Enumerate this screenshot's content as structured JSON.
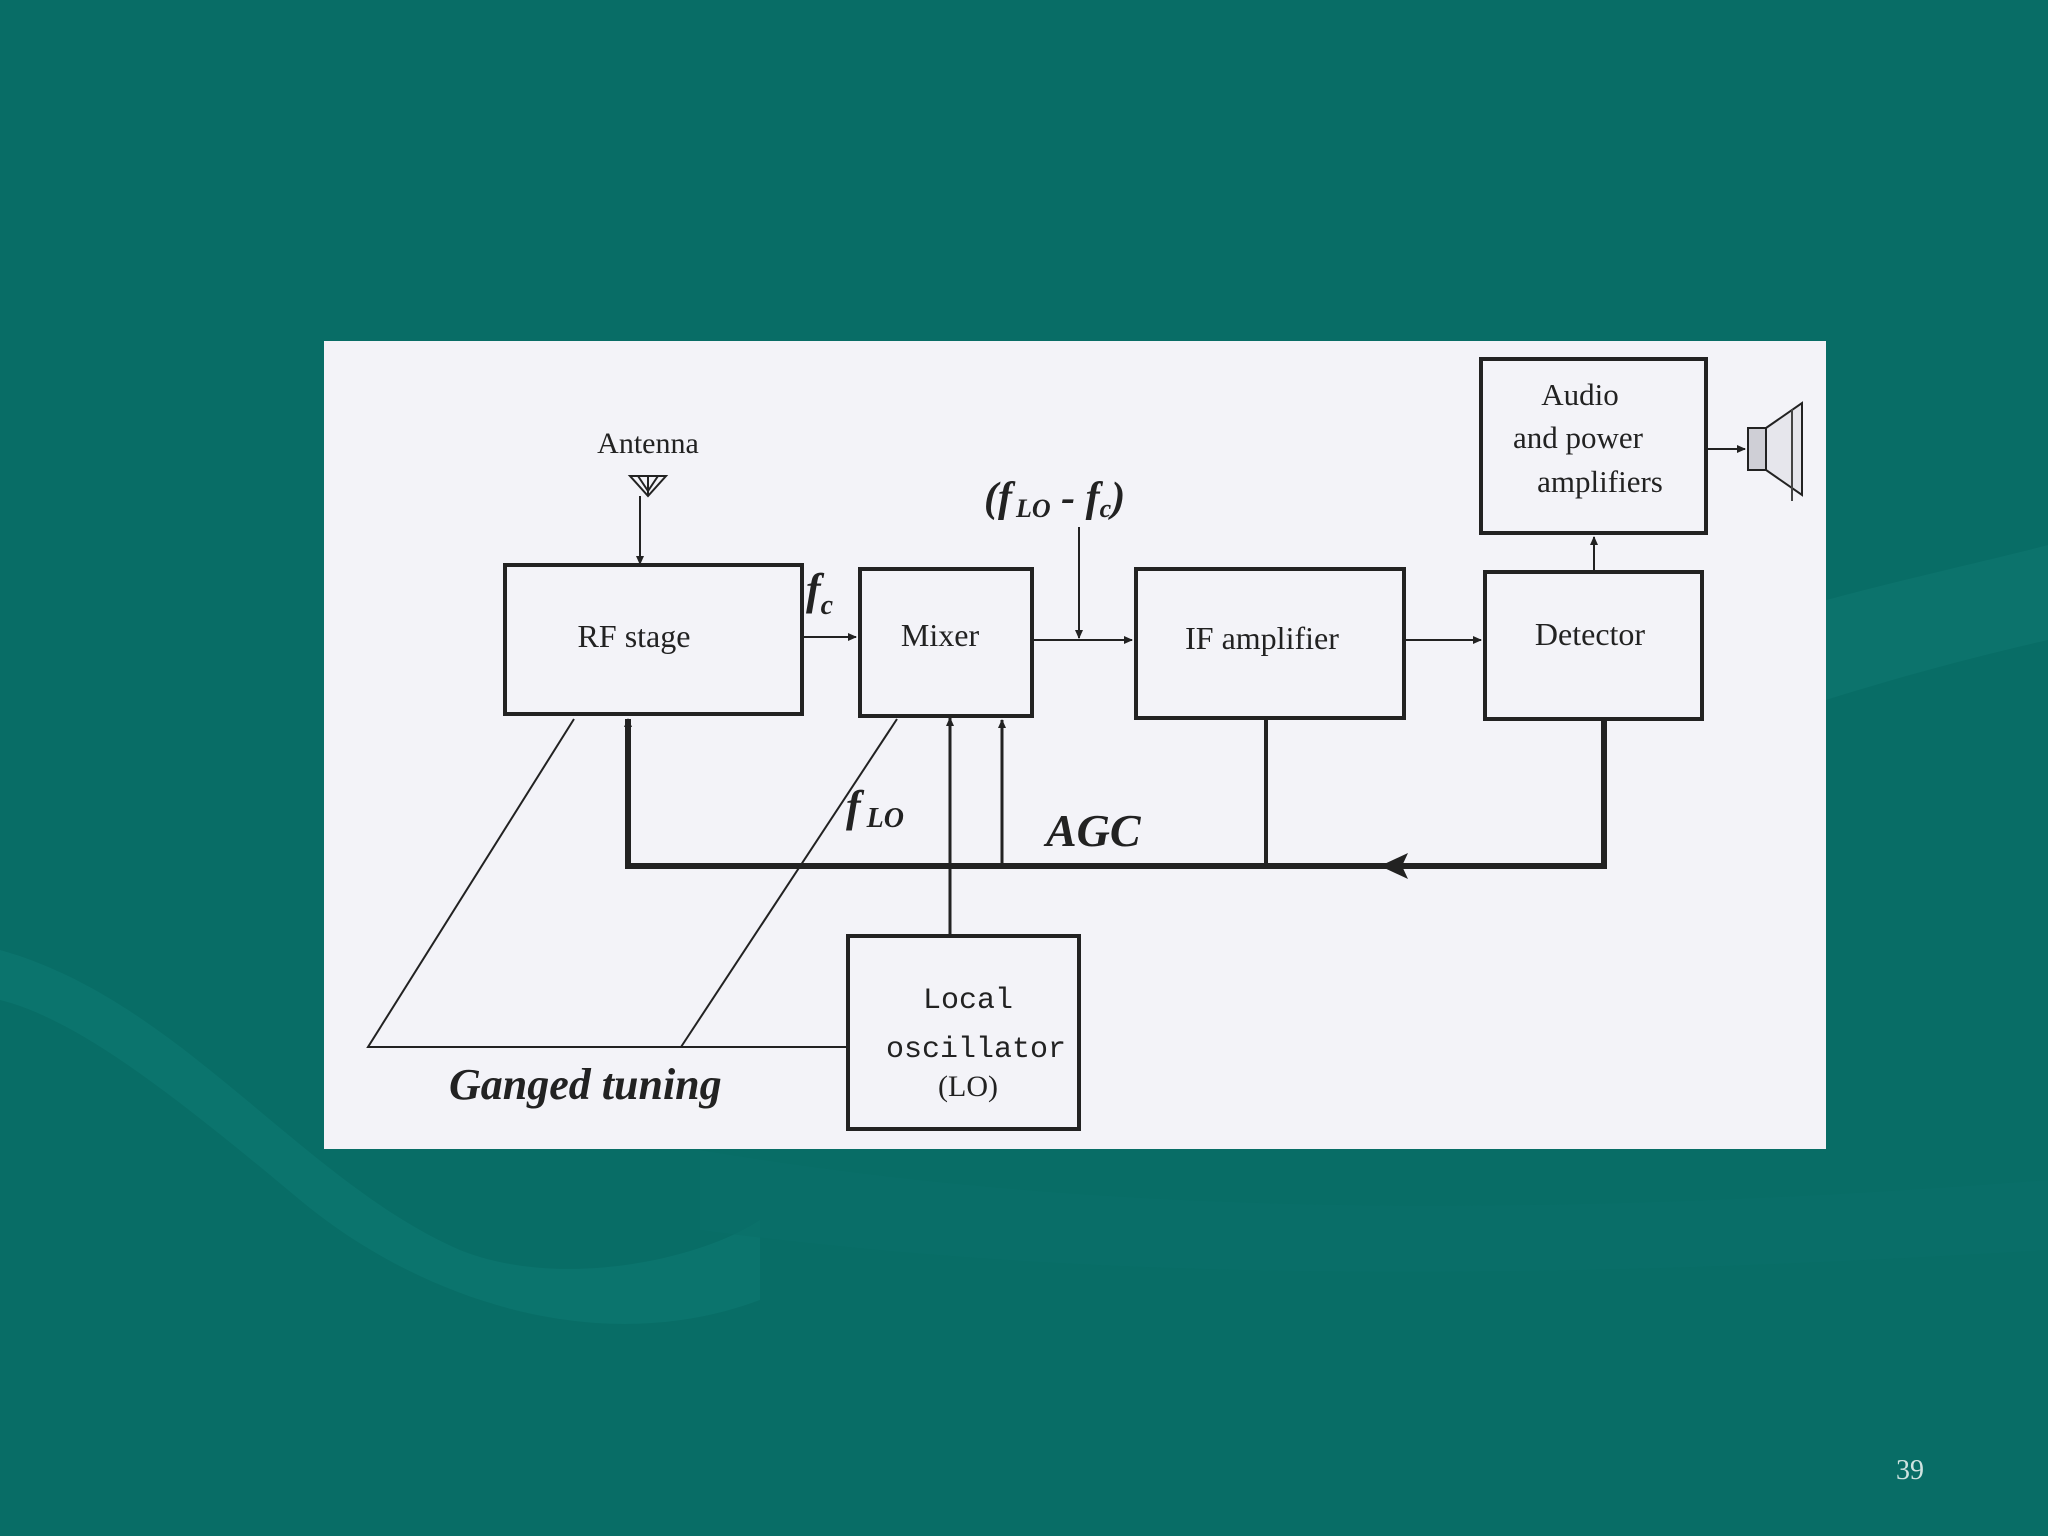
{
  "slide": {
    "page_number": "39"
  },
  "diagram": {
    "antenna_label": "Antenna",
    "blocks": {
      "rf_stage": "RF stage",
      "mixer": "Mixer",
      "if_amplifier": "IF amplifier",
      "detector": "Detector",
      "audio_line1": "Audio",
      "audio_line2": "and power",
      "audio_line3": "amplifiers",
      "lo_line1": "Local",
      "lo_line2": "oscillator",
      "lo_line3": "(LO)"
    },
    "signals": {
      "fc_f": "f",
      "fc_sub": "c",
      "flo_f": "f",
      "flo_sub": "LO",
      "diff_open": "(f",
      "diff_sub1": "LO",
      "diff_minus": " - f",
      "diff_sub2": "c",
      "diff_close": ")",
      "agc": "AGC",
      "ganged": "Ganged tuning"
    }
  },
  "colors": {
    "slide_background": "#086d66",
    "panel_background": "#f3f3f8",
    "line": "#222222"
  }
}
